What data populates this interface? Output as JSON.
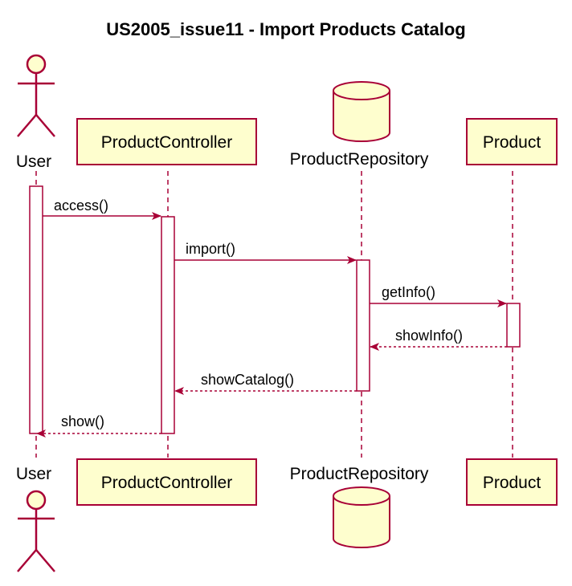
{
  "title": "US2005_issue11 - Import Products Catalog",
  "participants": {
    "user": "User",
    "controller": "ProductController",
    "repository": "ProductRepository",
    "product": "Product"
  },
  "messages": [
    {
      "label": "access()",
      "kind": "call"
    },
    {
      "label": "import()",
      "kind": "call"
    },
    {
      "label": "getInfo()",
      "kind": "call"
    },
    {
      "label": "showInfo()",
      "kind": "return"
    },
    {
      "label": "showCatalog()",
      "kind": "return"
    },
    {
      "label": "show()",
      "kind": "return"
    }
  ],
  "colors": {
    "border": "#A80036",
    "participant_fill": "#FEFECE"
  }
}
